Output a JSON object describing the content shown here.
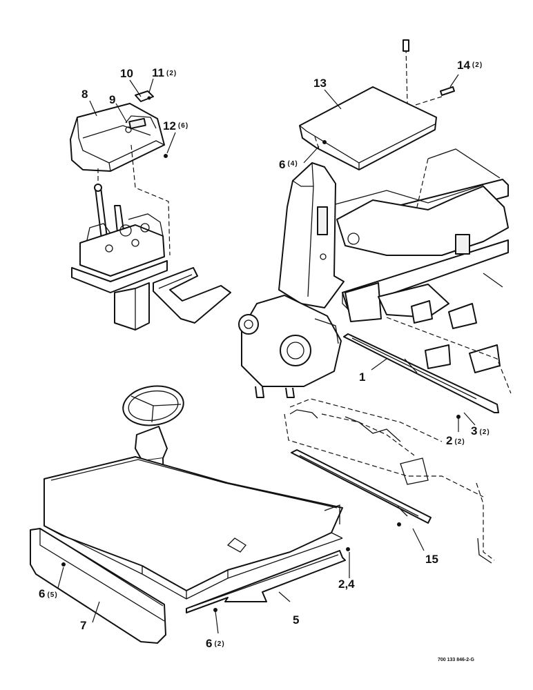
{
  "callouts": {
    "c1": {
      "num": "1",
      "qty": ""
    },
    "c2a": {
      "num": "2",
      "qty": "(2)"
    },
    "c3": {
      "num": "3",
      "qty": "(2)"
    },
    "c24": {
      "num": "2,4",
      "qty": ""
    },
    "c5": {
      "num": "5",
      "qty": ""
    },
    "c6a": {
      "num": "6",
      "qty": "(4)"
    },
    "c6b": {
      "num": "6",
      "qty": "(5)"
    },
    "c6c": {
      "num": "6",
      "qty": "(2)"
    },
    "c7": {
      "num": "7",
      "qty": ""
    },
    "c8": {
      "num": "8",
      "qty": ""
    },
    "c9": {
      "num": "9",
      "qty": ""
    },
    "c10": {
      "num": "10",
      "qty": ""
    },
    "c11": {
      "num": "11",
      "qty": "(2)"
    },
    "c12": {
      "num": "12",
      "qty": "(6)"
    },
    "c13": {
      "num": "13",
      "qty": ""
    },
    "c14": {
      "num": "14",
      "qty": "(2)"
    },
    "c15": {
      "num": "15",
      "qty": ""
    }
  },
  "drawing_ref": "700 133 846-2-G",
  "colors": {
    "ink": "#111111",
    "paper": "#ffffff"
  }
}
